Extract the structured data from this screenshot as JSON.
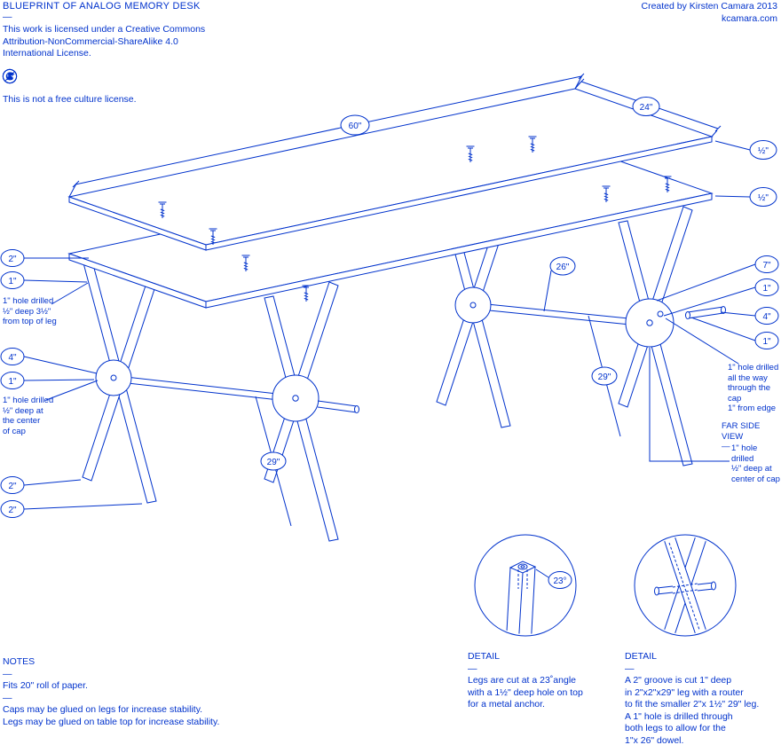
{
  "colors": {
    "ink": "#0032cc",
    "background": "#ffffff"
  },
  "header": {
    "title": "BLUEPRINT OF ANALOG MEMORY DESK",
    "rule": "—",
    "license": [
      "This work is licensed under a Creative Commons",
      "Attribution-NonCommercial-ShareAlike 4.0",
      "International License."
    ],
    "license_icons": [
      "cc-icon",
      "attribution-icon",
      "noncommercial-icon",
      "sharealike-icon"
    ],
    "free_culture": "This is not a free culture license.",
    "credit": [
      "Created by Kirsten Camara 2013",
      "kcamara.com"
    ]
  },
  "dims": {
    "length": "60\"",
    "depth": "24\"",
    "top_thick": "½\"",
    "lower_thick": "½\"",
    "left_2a": "2\"",
    "left_1a": "1\"",
    "left_4": "4\"",
    "left_1b": "1\"",
    "left_2b": "2\"",
    "left_2c": "2\"",
    "dowel": "26\"",
    "leg_left": "29\"",
    "leg_right": "29\"",
    "right_7": "7\"",
    "right_1a": "1\"",
    "right_4": "4\"",
    "right_1b": "1\"",
    "angle": "23°"
  },
  "annotations": {
    "leg_hole": [
      "1\" hole drilled",
      "½\" deep 3½\"",
      "from top of leg"
    ],
    "cap_center_left": [
      "1\" hole drilled",
      "½\" deep at",
      "the center",
      "of cap"
    ],
    "cap_through": [
      "1\" hole drilled",
      "all the way",
      "through the",
      "cap",
      "1\" from edge"
    ],
    "far_side_view": "FAR SIDE VIEW",
    "rule": "—",
    "cap_center_right": [
      "1\" hole drilled",
      "½\" deep at",
      "center of cap"
    ]
  },
  "notes": {
    "title": "NOTES",
    "rule": "—",
    "line1": "Fits 20\" roll of paper.",
    "line2": "Caps may be glued on legs for increase stability.",
    "line3": "Legs may be glued on table top for increase stability."
  },
  "detail_leg": {
    "title": "DETAIL",
    "rule": "—",
    "lines": [
      "Legs are cut at a 23˚angle",
      "with a 1½\" deep hole on top",
      "for a metal anchor."
    ]
  },
  "detail_joint": {
    "title": "DETAIL",
    "rule": "—",
    "lines": [
      "A 2\" groove is cut 1\" deep",
      "in 2\"x2\"x29\" leg with a router",
      "to fit the smaller 2\"x 1½\" 29\" leg.",
      "A 1\" hole is drilled through",
      "both legs to allow for the",
      "1\"x 26\" dowel."
    ]
  }
}
